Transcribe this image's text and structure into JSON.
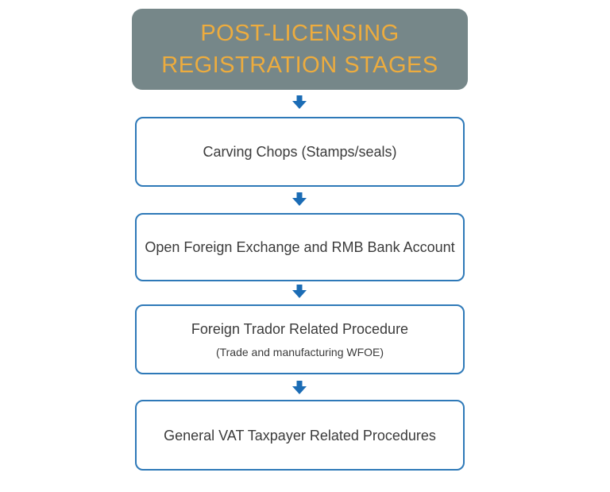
{
  "diagram": {
    "title": {
      "line1": "POST-LICENSING",
      "line2": "REGISTRATION STAGES"
    },
    "stages": [
      {
        "label": "Carving Chops (Stamps/seals)"
      },
      {
        "label": "Open Foreign Exchange and RMB Bank Account"
      },
      {
        "label": "Foreign Trador Related Procedure",
        "sublabel": "(Trade and manufacturing WFOE)"
      },
      {
        "label": "General VAT Taxpayer Related Procedures"
      }
    ],
    "colors": {
      "header_bg": "#768789",
      "header_text": "#EDAC3E",
      "box_border": "#2E79B8",
      "box_text": "#3B3B3B",
      "arrow": "#1B6CB5"
    }
  }
}
